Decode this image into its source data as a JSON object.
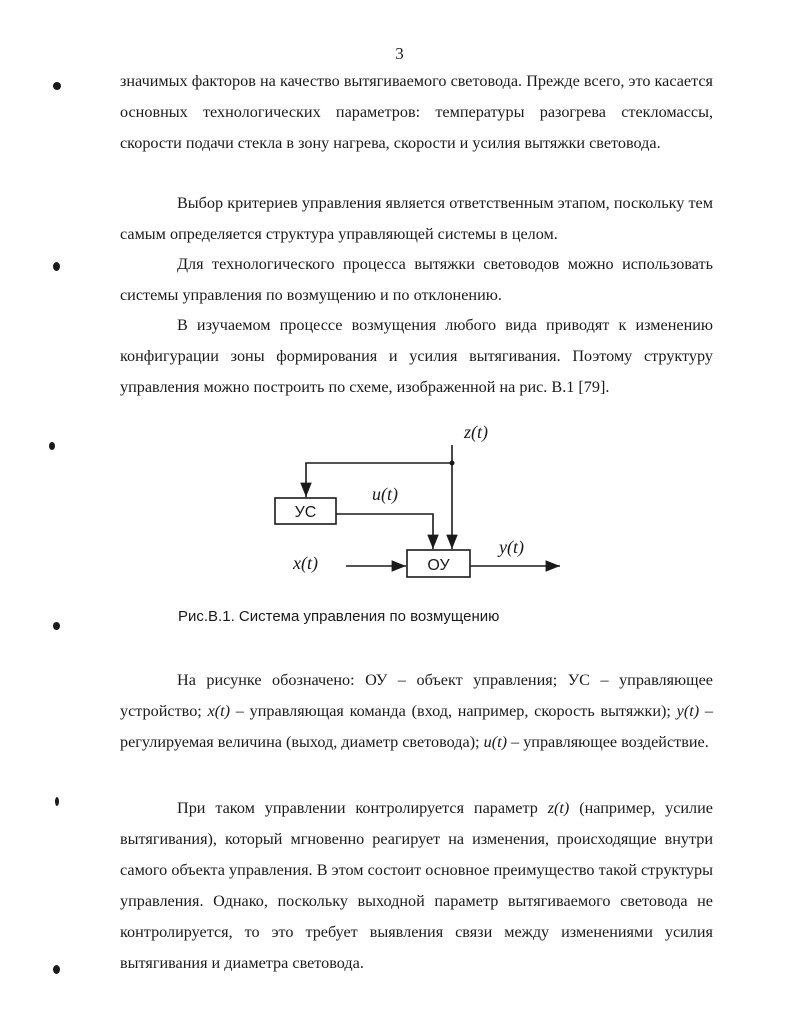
{
  "page_number": "3",
  "paragraphs": {
    "p1": "значимых факторов на качество вытягиваемого световода. Прежде всего, это касается основных технологических параметров: температуры разогрева стекломассы, скорости подачи стекла в зону нагрева, скорости и усилия вытяжки световода.",
    "p2": "Выбор критериев управления является ответственным этапом, поскольку тем самым определяется структура управляющей системы в целом.",
    "p3": "Для технологического процесса  вытяжки световодов можно использовать системы управления по возмущению и по отклонению.",
    "p4": "В изучаемом процессе возмущения любого вида приводят к изменению конфигурации зоны формирования и усилия вытягивания. Поэтому структуру управления можно построить по схеме, изображенной на рис. В.1 [79].",
    "p5": {
      "t1": "На рисунке обозначено: ОУ – объект управления; УС – управляющее устройство; ",
      "t2": " – управляющая команда (вход, например, скорость вытяжки); ",
      "t3": " – регулируемая величина (выход, диаметр световода); ",
      "t4": " – управляющее воздействие."
    },
    "p6": {
      "t1": "При таком управлении контролируется параметр ",
      "t2": " (например, усилие вытягивания), который мгновенно реагирует на изменения, происходящие внутри самого объекта управления. В этом состоит основное преимущество такой структуры управления. Однако, поскольку выходной параметр вытягиваемого световода не контролируется, то это требует выявления связи между изменениями усилия вытягивания и диаметра световода."
    }
  },
  "math": {
    "x": "x(t)",
    "y": "y(t)",
    "u": "u(t)",
    "z": "z(t)"
  },
  "diagram": {
    "block_controller": "УС",
    "block_object": "ОУ",
    "signal_z": "z(t)",
    "signal_u": "u(t)",
    "signal_x": "x(t)",
    "signal_y": "y(t)"
  },
  "caption": "Рис.В.1. Система управления по возмущению"
}
